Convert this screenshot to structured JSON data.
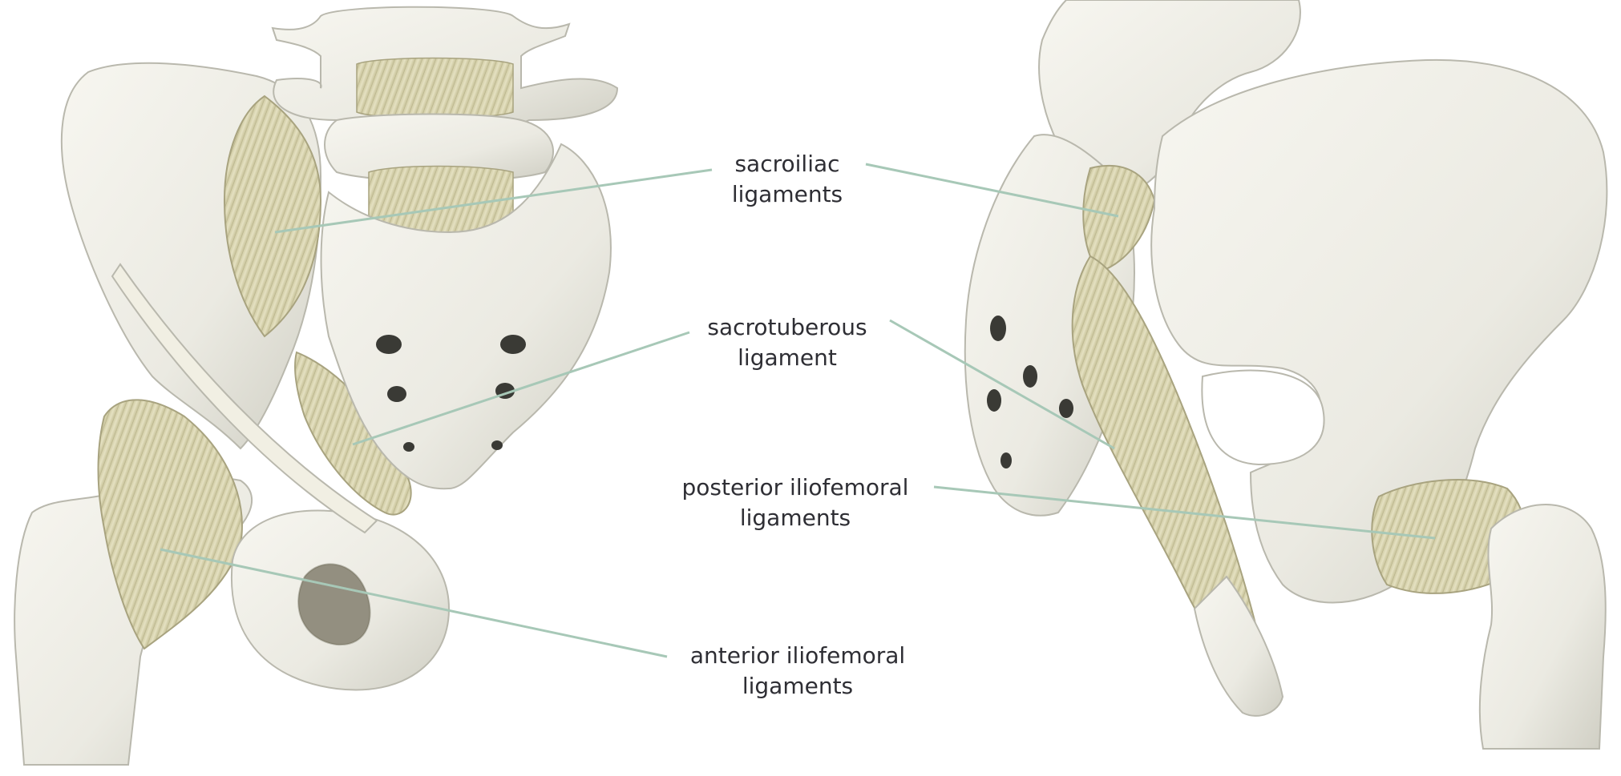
{
  "labels": {
    "sacroiliac": {
      "line1": "sacroiliac",
      "line2": "ligaments"
    },
    "sacrotuberous": {
      "line1": "sacrotuberous",
      "line2": "ligament"
    },
    "posterior_iliofemoral": {
      "line1": "posterior iliofemoral",
      "line2": "ligaments"
    },
    "anterior_iliofemoral": {
      "line1": "anterior iliofemoral",
      "line2": "ligaments"
    }
  },
  "colors": {
    "bone": "#ecebe3",
    "bone_shadow": "#c9c8bd",
    "ligament": "#ddd9b6",
    "ligament_line": "#b9b48e",
    "leader_line": "#a7c8b7"
  }
}
